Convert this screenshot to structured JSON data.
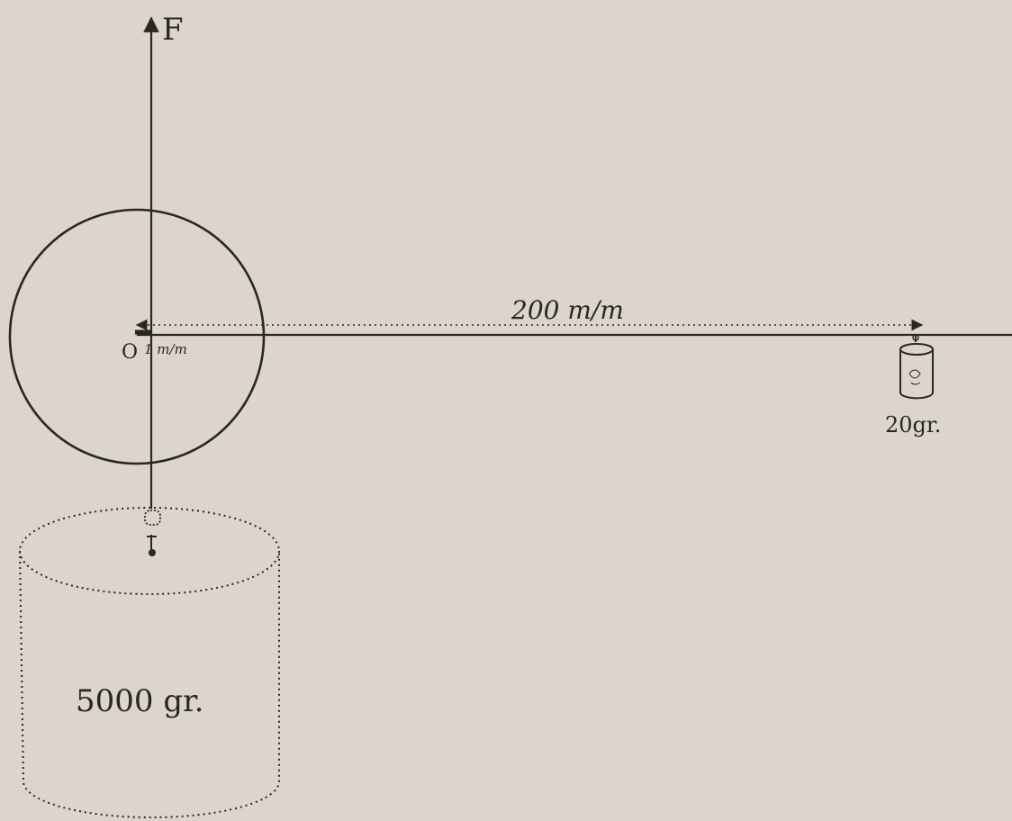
{
  "labels": {
    "force": "F",
    "origin": "O",
    "small_distance": "1 m/m",
    "distance": "200 m/m",
    "small_weight": "20gr.",
    "large_weight": "5000 gr."
  },
  "colors": {
    "background": "#dcd5cb",
    "ink": "#2a2622"
  }
}
